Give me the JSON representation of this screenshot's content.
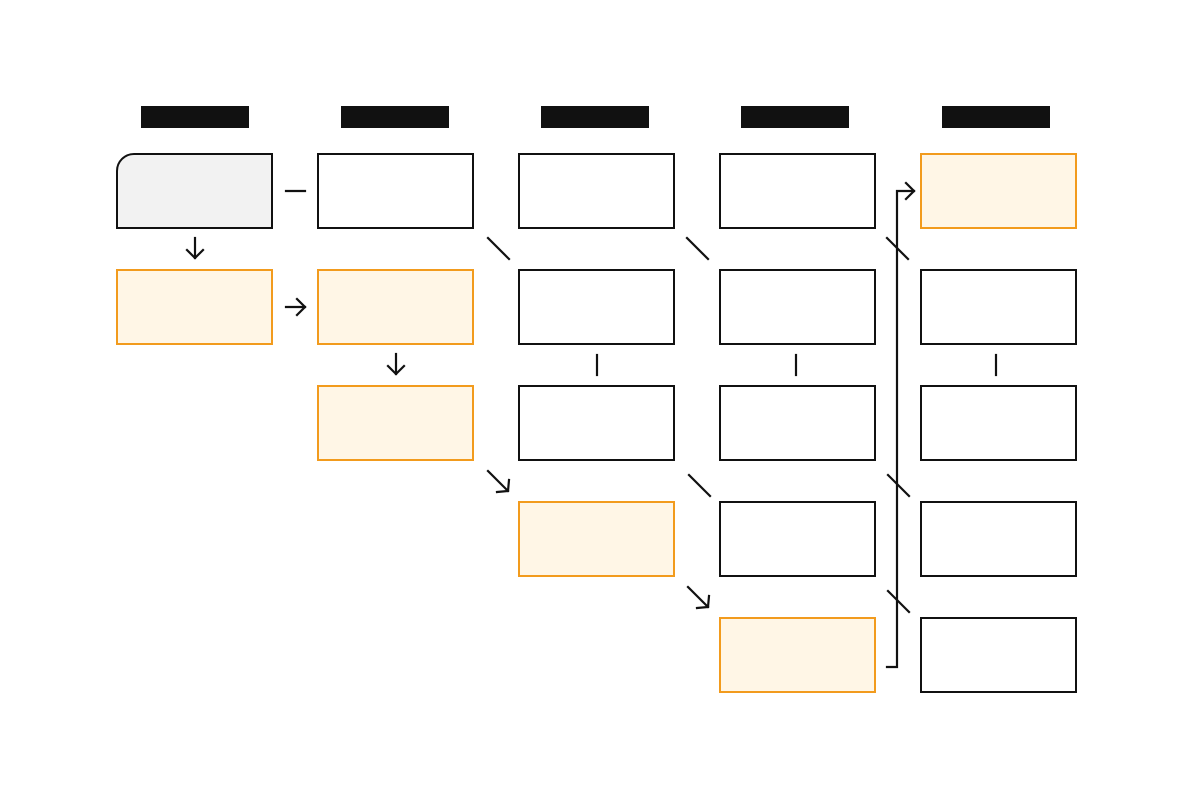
{
  "diagram": {
    "columns": [
      {
        "id": "c0",
        "header": ""
      },
      {
        "id": "c1",
        "header": ""
      },
      {
        "id": "c2",
        "header": ""
      },
      {
        "id": "c3",
        "header": ""
      },
      {
        "id": "c4",
        "header": ""
      }
    ],
    "nodes": [
      {
        "id": "n0_0",
        "col": 0,
        "row": 0,
        "kind": "start",
        "label": ""
      },
      {
        "id": "n0_1",
        "col": 0,
        "row": 1,
        "kind": "highlight",
        "label": ""
      },
      {
        "id": "n1_0",
        "col": 1,
        "row": 0,
        "kind": "normal",
        "label": ""
      },
      {
        "id": "n1_1",
        "col": 1,
        "row": 1,
        "kind": "highlight",
        "label": ""
      },
      {
        "id": "n1_2",
        "col": 1,
        "row": 2,
        "kind": "highlight",
        "label": ""
      },
      {
        "id": "n2_0",
        "col": 2,
        "row": 0,
        "kind": "normal",
        "label": ""
      },
      {
        "id": "n2_1",
        "col": 2,
        "row": 1,
        "kind": "normal",
        "label": ""
      },
      {
        "id": "n2_2",
        "col": 2,
        "row": 2,
        "kind": "normal",
        "label": ""
      },
      {
        "id": "n2_3",
        "col": 2,
        "row": 3,
        "kind": "highlight",
        "label": ""
      },
      {
        "id": "n3_0",
        "col": 3,
        "row": 0,
        "kind": "normal",
        "label": ""
      },
      {
        "id": "n3_1",
        "col": 3,
        "row": 1,
        "kind": "normal",
        "label": ""
      },
      {
        "id": "n3_2",
        "col": 3,
        "row": 2,
        "kind": "normal",
        "label": ""
      },
      {
        "id": "n3_3",
        "col": 3,
        "row": 3,
        "kind": "normal",
        "label": ""
      },
      {
        "id": "n3_4",
        "col": 3,
        "row": 4,
        "kind": "highlight",
        "label": ""
      },
      {
        "id": "n4_0",
        "col": 4,
        "row": 0,
        "kind": "highlight",
        "label": ""
      },
      {
        "id": "n4_1",
        "col": 4,
        "row": 1,
        "kind": "normal",
        "label": ""
      },
      {
        "id": "n4_2",
        "col": 4,
        "row": 2,
        "kind": "normal",
        "label": ""
      },
      {
        "id": "n4_3",
        "col": 4,
        "row": 3,
        "kind": "normal",
        "label": ""
      },
      {
        "id": "n4_4",
        "col": 4,
        "row": 4,
        "kind": "normal",
        "label": ""
      }
    ],
    "edges": [
      {
        "from": "n0_0",
        "to": "n1_0",
        "style": "line"
      },
      {
        "from": "n0_0",
        "to": "n0_1",
        "style": "arrow"
      },
      {
        "from": "n0_1",
        "to": "n1_1",
        "style": "arrow"
      },
      {
        "from": "n1_1",
        "to": "n1_2",
        "style": "arrow"
      },
      {
        "from": "n1_0",
        "to": "n2_1",
        "style": "line"
      },
      {
        "from": "n1_2",
        "to": "n2_3",
        "style": "arrow"
      },
      {
        "from": "n2_0",
        "to": "n3_1",
        "style": "line"
      },
      {
        "from": "n2_1",
        "to": "n2_2",
        "style": "line"
      },
      {
        "from": "n2_2",
        "to": "n3_3",
        "style": "line"
      },
      {
        "from": "n2_3",
        "to": "n3_4",
        "style": "arrow"
      },
      {
        "from": "n3_0",
        "to": "n4_1",
        "style": "line"
      },
      {
        "from": "n3_1",
        "to": "n3_2",
        "style": "line"
      },
      {
        "from": "n3_2",
        "to": "n4_3",
        "style": "line"
      },
      {
        "from": "n3_3",
        "to": "n4_4",
        "style": "line"
      },
      {
        "from": "n3_4",
        "to": "n4_0",
        "style": "elbow-arrow"
      },
      {
        "from": "n4_1",
        "to": "n4_2",
        "style": "line"
      }
    ],
    "colors": {
      "stroke": "#111111",
      "highlight_stroke": "#f29b1d",
      "highlight_fill": "#fff6e6",
      "start_fill": "#f2f2f2",
      "header_fill": "#111111"
    }
  }
}
